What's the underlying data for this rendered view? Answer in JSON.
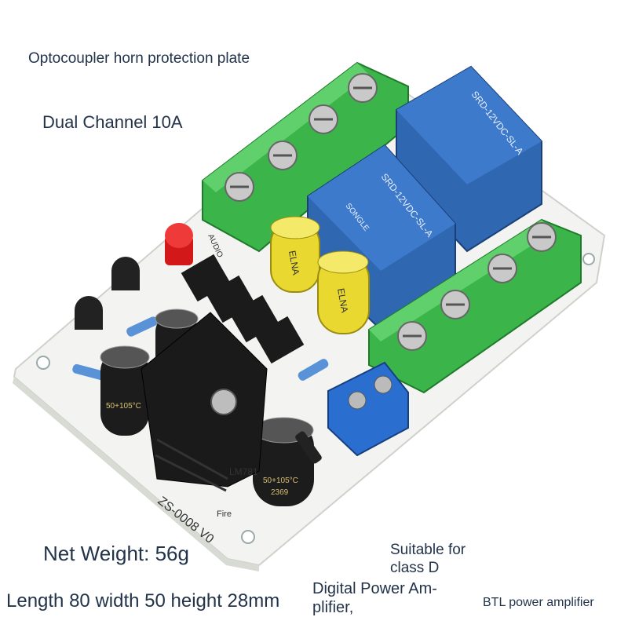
{
  "captions": {
    "title": "Optocoupler horn protection plate",
    "channel": "Dual Channel 10A",
    "weight": "Net Weight: 56g",
    "dimensions": "Length 80 width 50 height 28mm",
    "suitable": "Suitable for class D",
    "digital": "Digital Power Am- plifier,",
    "btl": "BTL power amplifier"
  },
  "board_markings": {
    "model": "ZS-0008 V0",
    "relay_model": "SRD-12VDC-SL-A",
    "relay_brand": "SONGLE",
    "regulator": "LM781",
    "audio_label": "AUDIO",
    "fire_label": "Fire",
    "cap_brand": "ELNA",
    "cap_rating": "50+105°C",
    "cap_value": "2369"
  },
  "colors": {
    "pcb": "#f4f5f2",
    "terminal": "#3bb54a",
    "relay": "#2f67b1",
    "capacitor_yellow": "#e8d830",
    "capacitor_black": "#1c1c1c",
    "led": "#e02020",
    "heatsink": "#1a1a1a"
  }
}
